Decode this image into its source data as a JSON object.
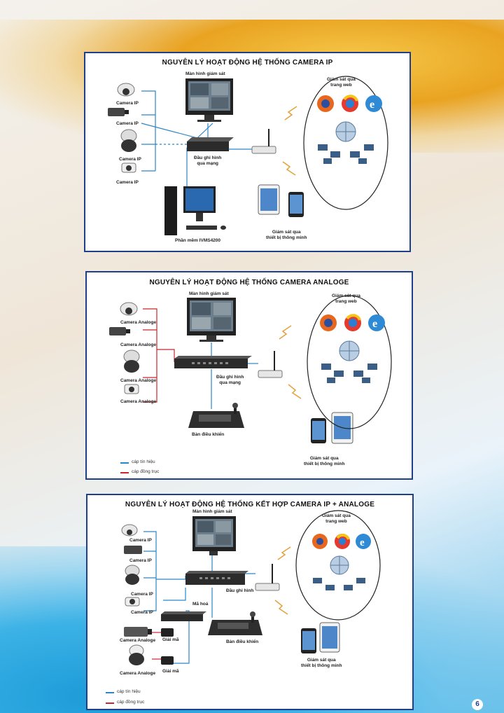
{
  "colors": {
    "signal": "#2a86c8",
    "coax": "#c8282d",
    "frame": "#1f3f8a"
  },
  "panel1": {
    "title": "NGUYÊN LÝ HOẠT ĐỘNG HỆ THỐNG CAMERA IP",
    "monitor": "Màn hình giám sát",
    "cameras": [
      "Camera IP",
      "Camera IP",
      "Camera IP",
      "Camera IP"
    ],
    "nvr": "Đầu ghi hình\nqua mạng",
    "software": "Phần mềm IVMS4200",
    "web": "Giám sát qua\ntrang web",
    "smart": "Giám sát qua\nthiết bị thông minh"
  },
  "panel2": {
    "title": "NGUYÊN LÝ HOẠT ĐỘNG HỆ THỐNG CAMERA ANALOGE",
    "monitor": "Màn hình giám sát",
    "cameras": [
      "Camera Analoge",
      "Camera Analoge",
      "Camera Analoge",
      "Camera Analoge"
    ],
    "dvr": "Đầu ghi hình\nqua mạng",
    "controller": "Bàn điều khiển",
    "web": "Giám sát qua\ntrang web",
    "smart": "Giám sát qua\nthiết bị thông minh",
    "legend": [
      "cáp tín hiệu",
      "cáp đồng trục"
    ]
  },
  "panel3": {
    "title": "NGUYÊN LÝ HOẠT ĐỘNG HỆ THỐNG KẾT HỢP CAMERA IP + ANALOGE",
    "monitor": "Màn hình giám sát",
    "cameras_ip": [
      "Camera IP",
      "Camera IP",
      "Camera IP",
      "Camera IP"
    ],
    "cameras_analog": [
      "Camera Analoge",
      "Camera Analoge"
    ],
    "decoder": [
      "Giải mã",
      "Giải mã"
    ],
    "encoder": "Mã hoá",
    "nvr": "Đầu ghi hình",
    "controller": "Bàn điều khiển",
    "web": "Giám sát qua\ntrang web",
    "smart": "Giám sát qua\nthiết bị thông minh",
    "legend": [
      "cáp tín hiệu",
      "cáp đồng trục"
    ]
  },
  "page_number": "6"
}
